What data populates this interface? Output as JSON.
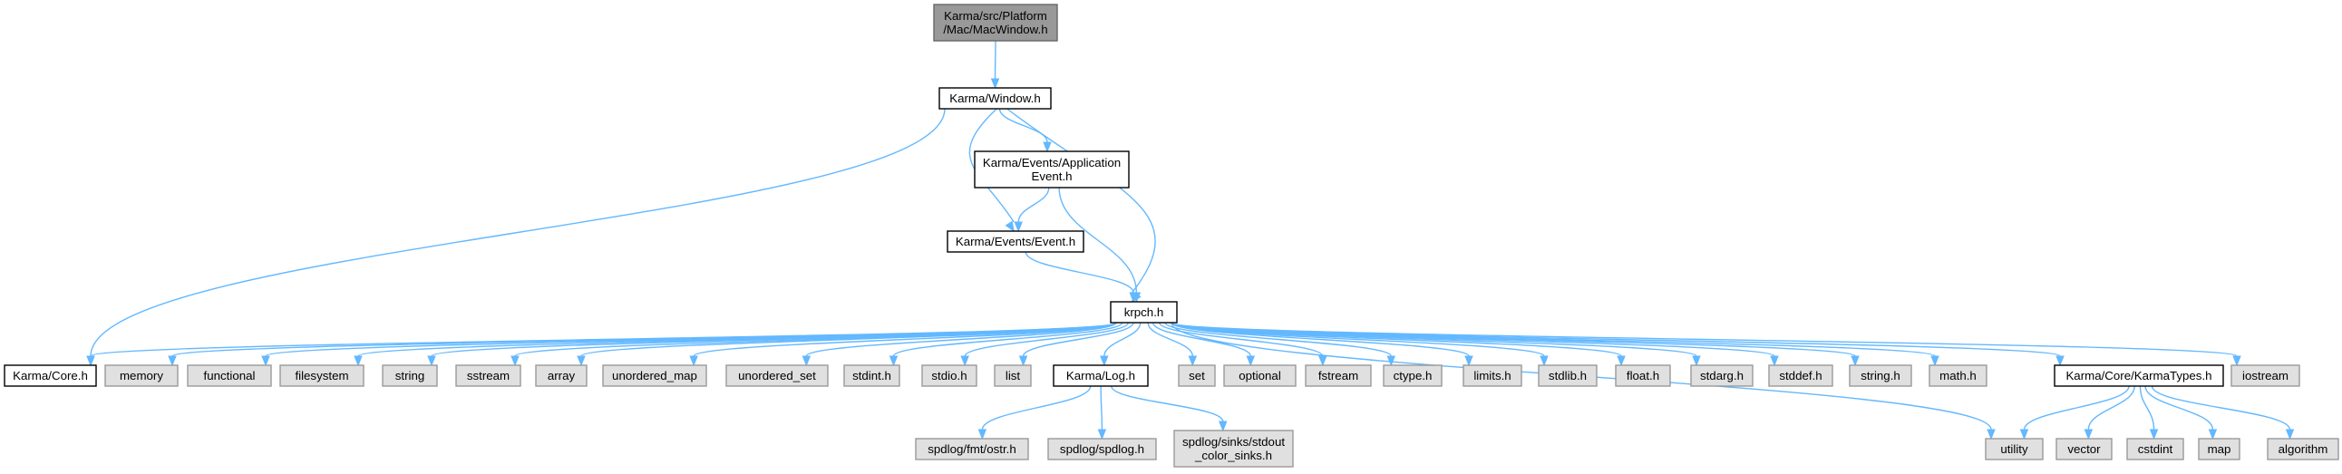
{
  "diagram": {
    "type": "include-dependency-graph",
    "styles": {
      "root": {
        "fill": "#999999",
        "stroke": "#666666"
      },
      "project": {
        "fill": "#ffffff",
        "stroke": "#000000"
      },
      "external": {
        "fill": "#e0e0e0",
        "stroke": "#999999"
      },
      "edge_color": "#63b8ff"
    },
    "nodes": [
      {
        "id": "macwindow",
        "lines": [
          "Karma/src/Platform",
          "/Mac/MacWindow.h"
        ],
        "kind": "root"
      },
      {
        "id": "window",
        "lines": [
          "Karma/Window.h"
        ],
        "kind": "project"
      },
      {
        "id": "appevent",
        "lines": [
          "Karma/Events/Application",
          "Event.h"
        ],
        "kind": "project"
      },
      {
        "id": "event",
        "lines": [
          "Karma/Events/Event.h"
        ],
        "kind": "project"
      },
      {
        "id": "krpch",
        "lines": [
          "krpch.h"
        ],
        "kind": "project"
      },
      {
        "id": "core",
        "lines": [
          "Karma/Core.h"
        ],
        "kind": "project"
      },
      {
        "id": "memory",
        "lines": [
          "memory"
        ],
        "kind": "external"
      },
      {
        "id": "functional",
        "lines": [
          "functional"
        ],
        "kind": "external"
      },
      {
        "id": "filesystem",
        "lines": [
          "filesystem"
        ],
        "kind": "external"
      },
      {
        "id": "string",
        "lines": [
          "string"
        ],
        "kind": "external"
      },
      {
        "id": "sstream",
        "lines": [
          "sstream"
        ],
        "kind": "external"
      },
      {
        "id": "array",
        "lines": [
          "array"
        ],
        "kind": "external"
      },
      {
        "id": "unordered_map",
        "lines": [
          "unordered_map"
        ],
        "kind": "external"
      },
      {
        "id": "unordered_set",
        "lines": [
          "unordered_set"
        ],
        "kind": "external"
      },
      {
        "id": "stdint_h",
        "lines": [
          "stdint.h"
        ],
        "kind": "external"
      },
      {
        "id": "stdio_h",
        "lines": [
          "stdio.h"
        ],
        "kind": "external"
      },
      {
        "id": "list",
        "lines": [
          "list"
        ],
        "kind": "external"
      },
      {
        "id": "log",
        "lines": [
          "Karma/Log.h"
        ],
        "kind": "project"
      },
      {
        "id": "set",
        "lines": [
          "set"
        ],
        "kind": "external"
      },
      {
        "id": "optional",
        "lines": [
          "optional"
        ],
        "kind": "external"
      },
      {
        "id": "fstream",
        "lines": [
          "fstream"
        ],
        "kind": "external"
      },
      {
        "id": "ctype_h",
        "lines": [
          "ctype.h"
        ],
        "kind": "external"
      },
      {
        "id": "limits_h",
        "lines": [
          "limits.h"
        ],
        "kind": "external"
      },
      {
        "id": "stdlib_h",
        "lines": [
          "stdlib.h"
        ],
        "kind": "external"
      },
      {
        "id": "float_h",
        "lines": [
          "float.h"
        ],
        "kind": "external"
      },
      {
        "id": "stdarg_h",
        "lines": [
          "stdarg.h"
        ],
        "kind": "external"
      },
      {
        "id": "stddef_h",
        "lines": [
          "stddef.h"
        ],
        "kind": "external"
      },
      {
        "id": "string_h",
        "lines": [
          "string.h"
        ],
        "kind": "external"
      },
      {
        "id": "math_h",
        "lines": [
          "math.h"
        ],
        "kind": "external"
      },
      {
        "id": "karmatypes",
        "lines": [
          "Karma/Core/KarmaTypes.h"
        ],
        "kind": "project"
      },
      {
        "id": "iostream",
        "lines": [
          "iostream"
        ],
        "kind": "external"
      },
      {
        "id": "fmt_ostr",
        "lines": [
          "spdlog/fmt/ostr.h"
        ],
        "kind": "external"
      },
      {
        "id": "spdlog",
        "lines": [
          "spdlog/spdlog.h"
        ],
        "kind": "external"
      },
      {
        "id": "stdout_sinks",
        "lines": [
          "spdlog/sinks/stdout",
          "_color_sinks.h"
        ],
        "kind": "external"
      },
      {
        "id": "utility",
        "lines": [
          "utility"
        ],
        "kind": "external"
      },
      {
        "id": "vector",
        "lines": [
          "vector"
        ],
        "kind": "external"
      },
      {
        "id": "cstdint",
        "lines": [
          "cstdint"
        ],
        "kind": "external"
      },
      {
        "id": "map",
        "lines": [
          "map"
        ],
        "kind": "external"
      },
      {
        "id": "algorithm",
        "lines": [
          "algorithm"
        ],
        "kind": "external"
      }
    ],
    "edges": [
      [
        "macwindow",
        "window"
      ],
      [
        "window",
        "core"
      ],
      [
        "window",
        "appevent"
      ],
      [
        "window",
        "event"
      ],
      [
        "window",
        "krpch"
      ],
      [
        "appevent",
        "event"
      ],
      [
        "appevent",
        "krpch"
      ],
      [
        "event",
        "krpch"
      ],
      [
        "krpch",
        "core"
      ],
      [
        "krpch",
        "memory"
      ],
      [
        "krpch",
        "functional"
      ],
      [
        "krpch",
        "filesystem"
      ],
      [
        "krpch",
        "string"
      ],
      [
        "krpch",
        "sstream"
      ],
      [
        "krpch",
        "array"
      ],
      [
        "krpch",
        "unordered_map"
      ],
      [
        "krpch",
        "unordered_set"
      ],
      [
        "krpch",
        "stdint_h"
      ],
      [
        "krpch",
        "stdio_h"
      ],
      [
        "krpch",
        "list"
      ],
      [
        "krpch",
        "log"
      ],
      [
        "krpch",
        "set"
      ],
      [
        "krpch",
        "optional"
      ],
      [
        "krpch",
        "fstream"
      ],
      [
        "krpch",
        "ctype_h"
      ],
      [
        "krpch",
        "limits_h"
      ],
      [
        "krpch",
        "stdlib_h"
      ],
      [
        "krpch",
        "float_h"
      ],
      [
        "krpch",
        "stdarg_h"
      ],
      [
        "krpch",
        "stddef_h"
      ],
      [
        "krpch",
        "string_h"
      ],
      [
        "krpch",
        "math_h"
      ],
      [
        "krpch",
        "utility"
      ],
      [
        "krpch",
        "karmatypes"
      ],
      [
        "krpch",
        "iostream"
      ],
      [
        "log",
        "fmt_ostr"
      ],
      [
        "log",
        "spdlog"
      ],
      [
        "log",
        "stdout_sinks"
      ],
      [
        "karmatypes",
        "utility"
      ],
      [
        "karmatypes",
        "vector"
      ],
      [
        "karmatypes",
        "cstdint"
      ],
      [
        "karmatypes",
        "map"
      ],
      [
        "karmatypes",
        "algorithm"
      ]
    ]
  }
}
